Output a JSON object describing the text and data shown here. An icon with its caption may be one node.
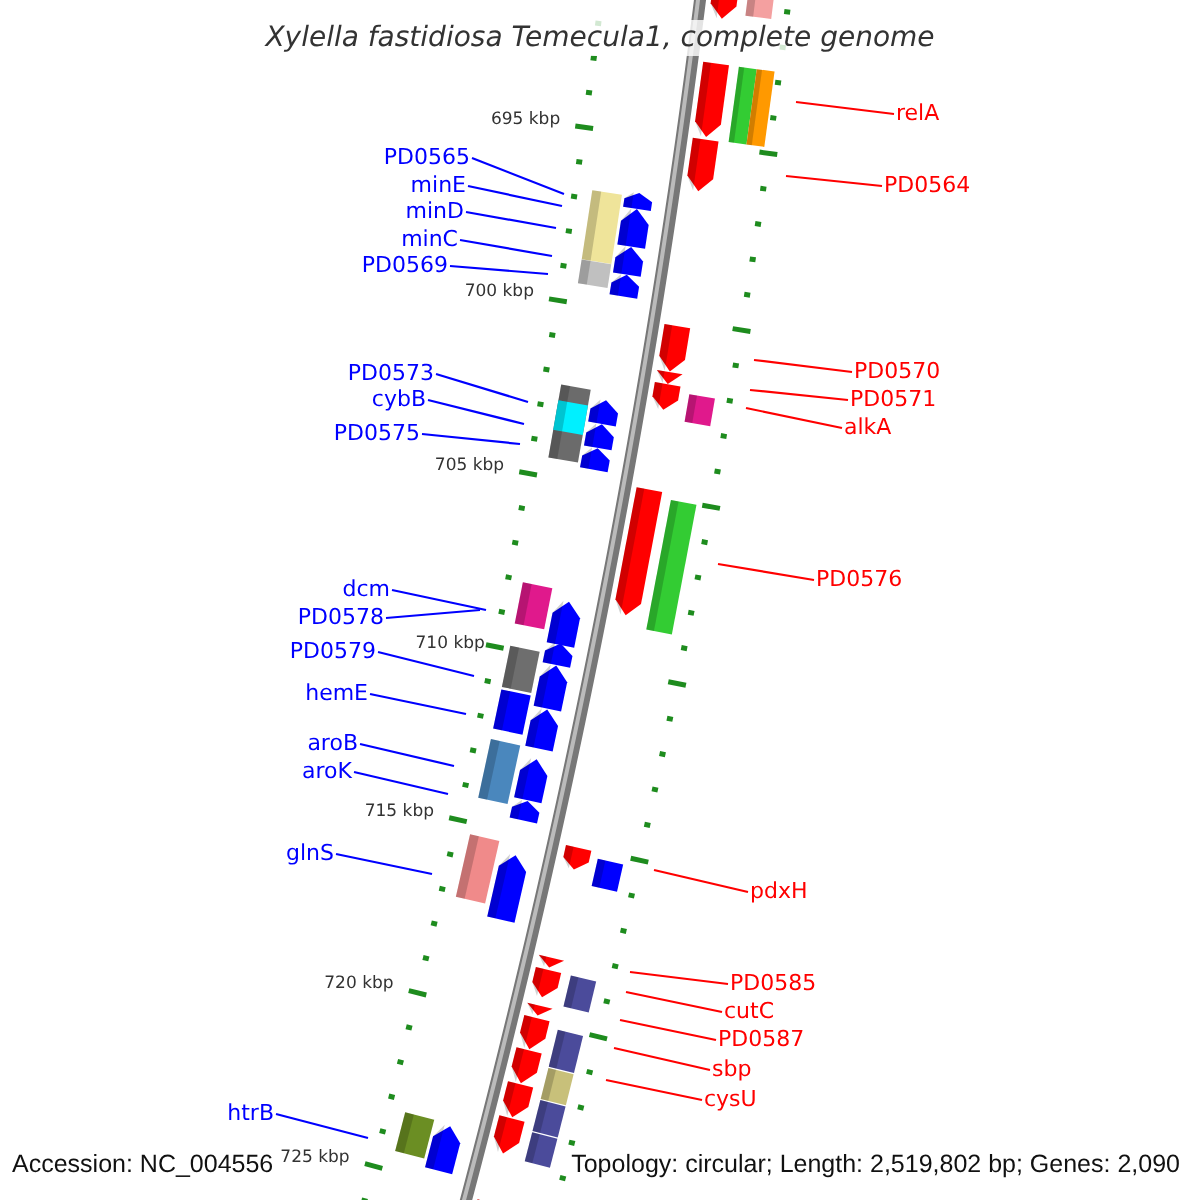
{
  "diagram": {
    "title": "Xylella fastidiosa Temecula1, complete genome",
    "nodes": [
      {
        "text": [
          "PD0565"
        ]
      },
      {
        "text": [
          "minE"
        ]
      },
      {
        "text": [
          "minD"
        ]
      },
      {
        "text": [
          "minC"
        ]
      },
      {
        "text": [
          "PD0569"
        ]
      },
      {
        "text": [
          "PD0573"
        ]
      },
      {
        "text": [
          "cybB"
        ]
      },
      {
        "text": [
          "PD0575"
        ]
      },
      {
        "text": [
          "dcm"
        ]
      },
      {
        "text": [
          "PD0578"
        ]
      },
      {
        "text": [
          "PD0579"
        ]
      },
      {
        "text": [
          "hemE"
        ]
      },
      {
        "text": [
          "aroB"
        ]
      },
      {
        "text": [
          "aroK"
        ]
      },
      {
        "text": [
          "glnS"
        ]
      },
      {
        "text": [
          "htrB"
        ]
      },
      {
        "text": [
          "relA"
        ]
      },
      {
        "text": [
          "PD0564"
        ]
      },
      {
        "text": [
          "PD0570"
        ]
      },
      {
        "text": [
          "PD0571"
        ]
      },
      {
        "text": [
          "alkA"
        ]
      },
      {
        "text": [
          "PD0576"
        ]
      },
      {
        "text": [
          "pdxH"
        ]
      },
      {
        "text": [
          "PD0585"
        ]
      },
      {
        "text": [
          "cutC"
        ]
      },
      {
        "text": [
          "PD0587"
        ]
      },
      {
        "text": [
          "sbp"
        ]
      },
      {
        "text": [
          "cysU"
        ]
      }
    ],
    "edges": [
      {
        "from": 0,
        "to": null,
        "arrow": "none"
      },
      {
        "from": 1,
        "to": null,
        "arrow": "none"
      },
      {
        "from": 2,
        "to": null,
        "arrow": "none"
      },
      {
        "from": 3,
        "to": null,
        "arrow": "none"
      },
      {
        "from": 4,
        "to": null,
        "arrow": "none"
      },
      {
        "from": 5,
        "to": null,
        "arrow": "none"
      },
      {
        "from": 6,
        "to": null,
        "arrow": "none"
      },
      {
        "from": 7,
        "to": null,
        "arrow": "none"
      },
      {
        "from": 8,
        "to": null,
        "arrow": "none"
      },
      {
        "from": 9,
        "to": null,
        "arrow": "none"
      },
      {
        "from": 10,
        "to": null,
        "arrow": "none"
      },
      {
        "from": 11,
        "to": null,
        "arrow": "none"
      },
      {
        "from": 12,
        "to": null,
        "arrow": "none"
      },
      {
        "from": 13,
        "to": null,
        "arrow": "none"
      },
      {
        "from": 14,
        "to": null,
        "arrow": "none"
      },
      {
        "from": 15,
        "to": null,
        "arrow": "none"
      },
      {
        "from": 16,
        "to": null,
        "arrow": "none",
        "color": "#ff0000"
      },
      {
        "from": 17,
        "to": null,
        "arrow": "none",
        "color": "#ff0000"
      },
      {
        "from": 18,
        "to": null,
        "arrow": "none",
        "color": "#ff0000"
      },
      {
        "from": 19,
        "to": null,
        "arrow": "none",
        "color": "#ff0000"
      },
      {
        "from": 20,
        "to": null,
        "arrow": "none",
        "color": "#ff0000"
      },
      {
        "from": 21,
        "to": null,
        "arrow": "none",
        "color": "#ff0000"
      },
      {
        "from": 22,
        "to": null,
        "arrow": "none",
        "color": "#ff0000"
      },
      {
        "from": 23,
        "to": null,
        "arrow": "none",
        "color": "#ff0000"
      },
      {
        "from": 24,
        "to": null,
        "arrow": "none",
        "color": "#ff0000"
      },
      {
        "from": 25,
        "to": null,
        "arrow": "none",
        "color": "#ff0000"
      },
      {
        "from": 26,
        "to": null,
        "arrow": "none",
        "color": "#ff0000"
      },
      {
        "from": 27,
        "to": null,
        "arrow": "none",
        "color": "#ff0000"
      }
    ],
    "labels": [
      "695 kbp",
      "700 kbp",
      "705 kbp",
      "710 kbp",
      "715 kbp",
      "720 kbp",
      "725 kbp",
      "Accession: NC_004556",
      "Topology: circular; Length: 2,519,802 bp; Genes: 2,090"
    ]
  }
}
